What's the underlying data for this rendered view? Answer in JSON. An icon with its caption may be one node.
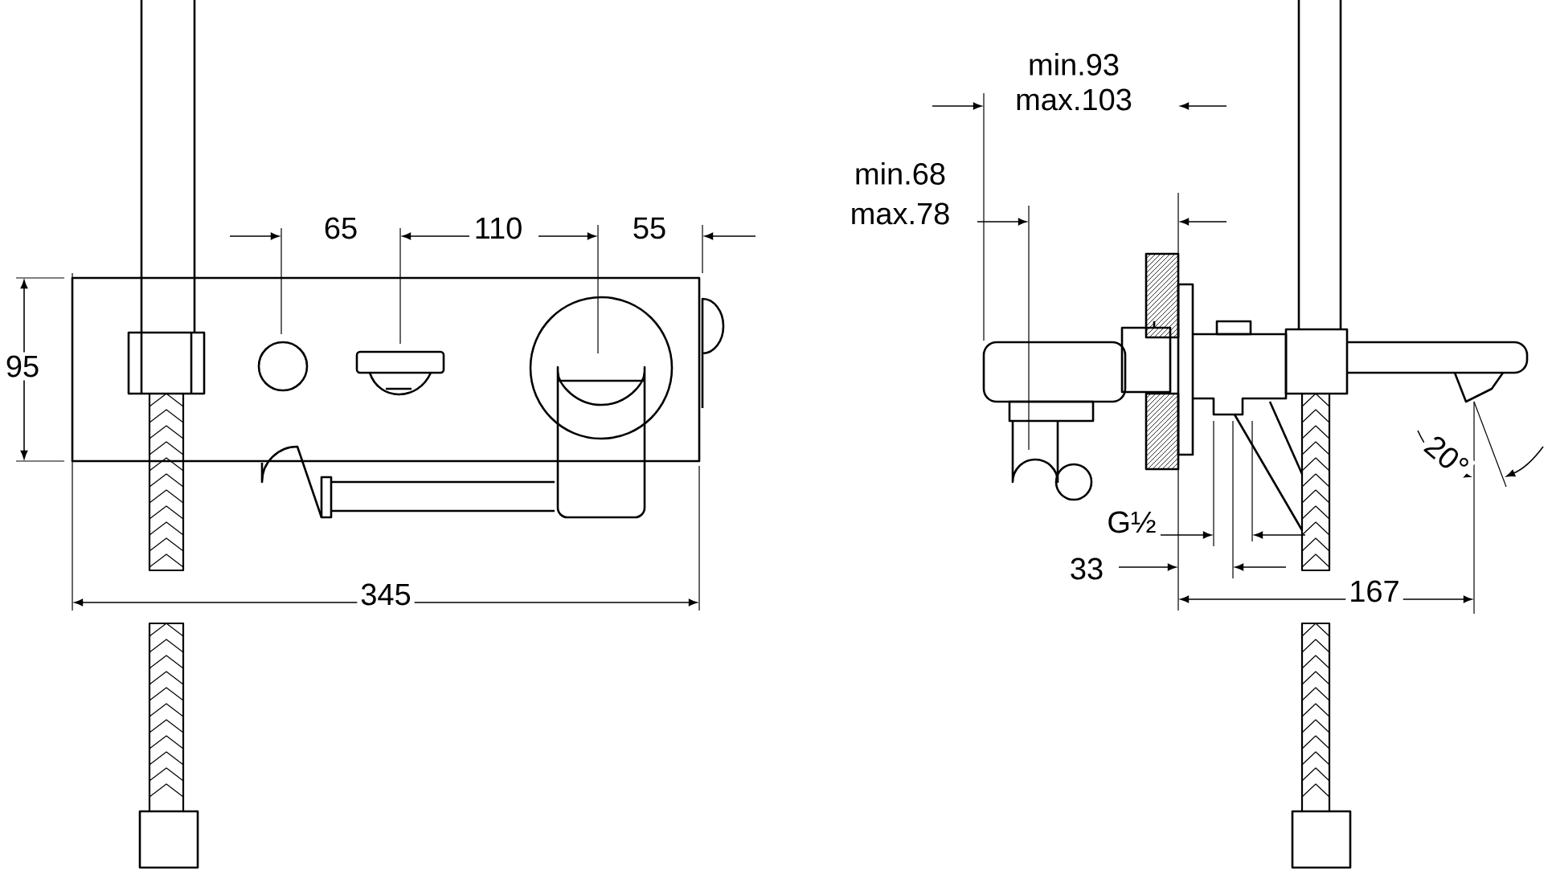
{
  "diagram": {
    "labels": [
      "min.93",
      "max.103",
      "min.68",
      "max.78",
      "65",
      "110",
      "55",
      "95",
      "G½",
      "33",
      "345",
      "167",
      "20°"
    ]
  }
}
